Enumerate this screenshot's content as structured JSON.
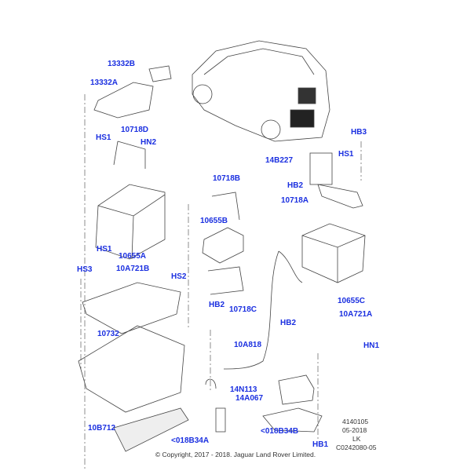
{
  "callouts": [
    {
      "id": "13332B",
      "label": "13332B"
    },
    {
      "id": "13332A",
      "label": "13332A"
    },
    {
      "id": "10718D",
      "label": "10718D"
    },
    {
      "id": "HS1a",
      "label": "HS1"
    },
    {
      "id": "HN2",
      "label": "HN2"
    },
    {
      "id": "HS1b",
      "label": "HS1"
    },
    {
      "id": "10655A",
      "label": "10655A"
    },
    {
      "id": "10A721B",
      "label": "10A721B"
    },
    {
      "id": "HS2",
      "label": "HS2"
    },
    {
      "id": "HS3",
      "label": "HS3"
    },
    {
      "id": "10732",
      "label": "10732"
    },
    {
      "id": "10B712",
      "label": "10B712"
    },
    {
      "id": "018B34A",
      "label": "<018B34A"
    },
    {
      "id": "018B34B",
      "label": "<018B34B"
    },
    {
      "id": "14N113",
      "label": "14N113"
    },
    {
      "id": "14A067",
      "label": "14A067"
    },
    {
      "id": "10A818",
      "label": "10A818"
    },
    {
      "id": "HB2a",
      "label": "HB2"
    },
    {
      "id": "10718C",
      "label": "10718C"
    },
    {
      "id": "HB2b",
      "label": "HB2"
    },
    {
      "id": "10A721A",
      "label": "10A721A"
    },
    {
      "id": "10655C",
      "label": "10655C"
    },
    {
      "id": "HN1",
      "label": "HN1"
    },
    {
      "id": "HB1",
      "label": "HB1"
    },
    {
      "id": "14B227",
      "label": "14B227"
    },
    {
      "id": "HS1c",
      "label": "HS1"
    },
    {
      "id": "HB3",
      "label": "HB3"
    },
    {
      "id": "10718B",
      "label": "10718B"
    },
    {
      "id": "HB2c",
      "label": "HB2"
    },
    {
      "id": "10718A",
      "label": "10718A"
    },
    {
      "id": "10655B",
      "label": "10655B"
    }
  ],
  "meta": {
    "code1": "4140105",
    "date": "05-2018",
    "region": "LK",
    "illustration": "C0242080-05"
  },
  "copyright": "© Copyright, 2017 - 2018. Jaguar Land Rover Limited.",
  "colors": {
    "callout": "#1a2fe0",
    "line": "#333333"
  }
}
